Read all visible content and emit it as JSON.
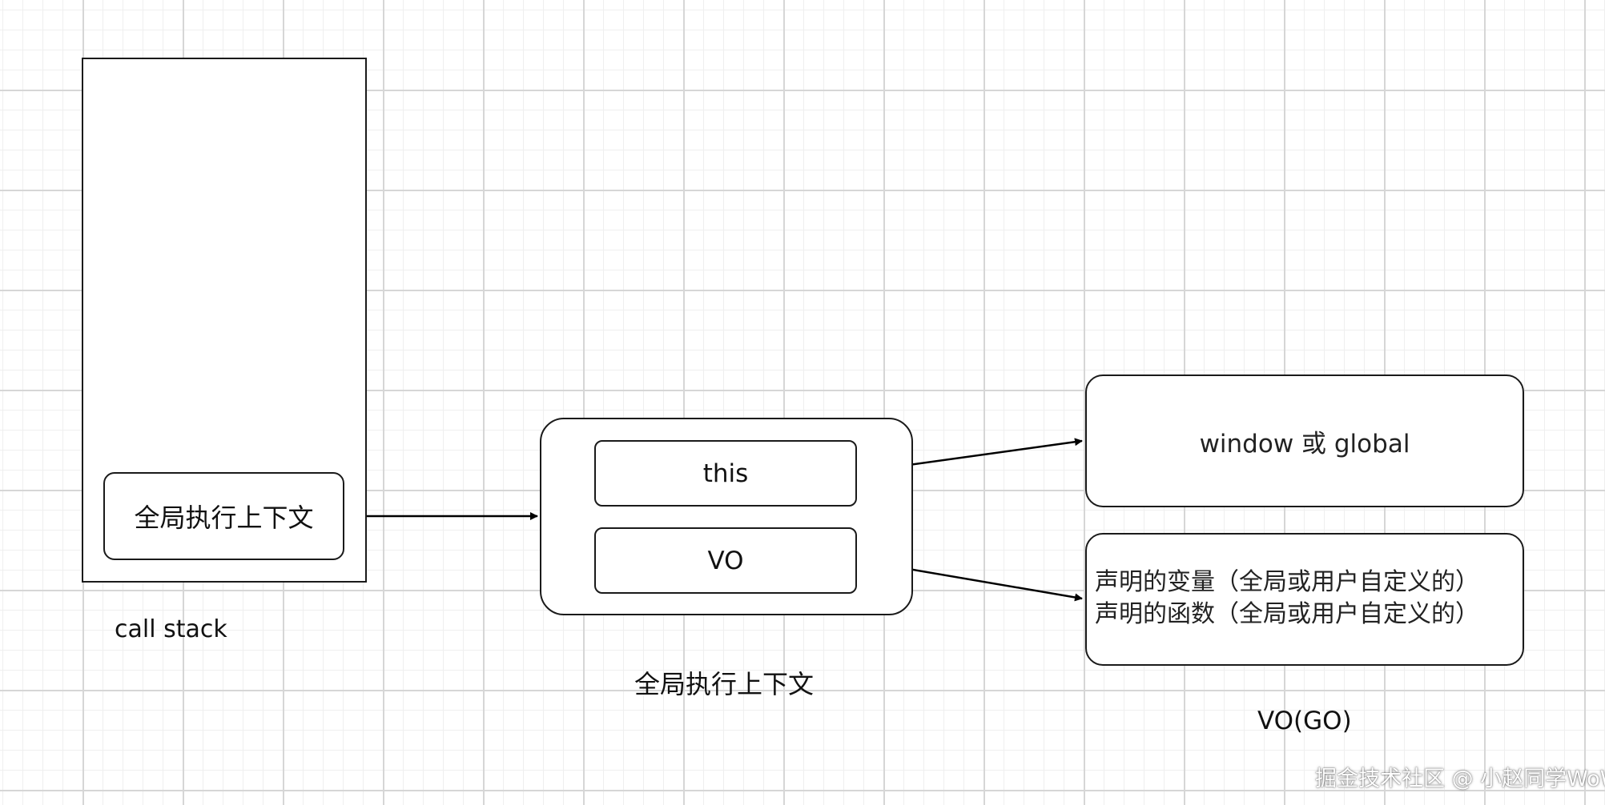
{
  "call_stack": {
    "frame_label": "全局执行上下文",
    "caption": "call stack"
  },
  "global_ec": {
    "this_label": "this",
    "vo_label": "VO",
    "caption": "全局执行上下文"
  },
  "vo_go": {
    "this_target": "window 或 global",
    "line1": "声明的变量（全局或用户自定义的）",
    "line2": "声明的函数（全局或用户自定义的）",
    "caption": "VO(GO)"
  },
  "watermark": "掘金技术社区 @ 小赵同学WoW"
}
